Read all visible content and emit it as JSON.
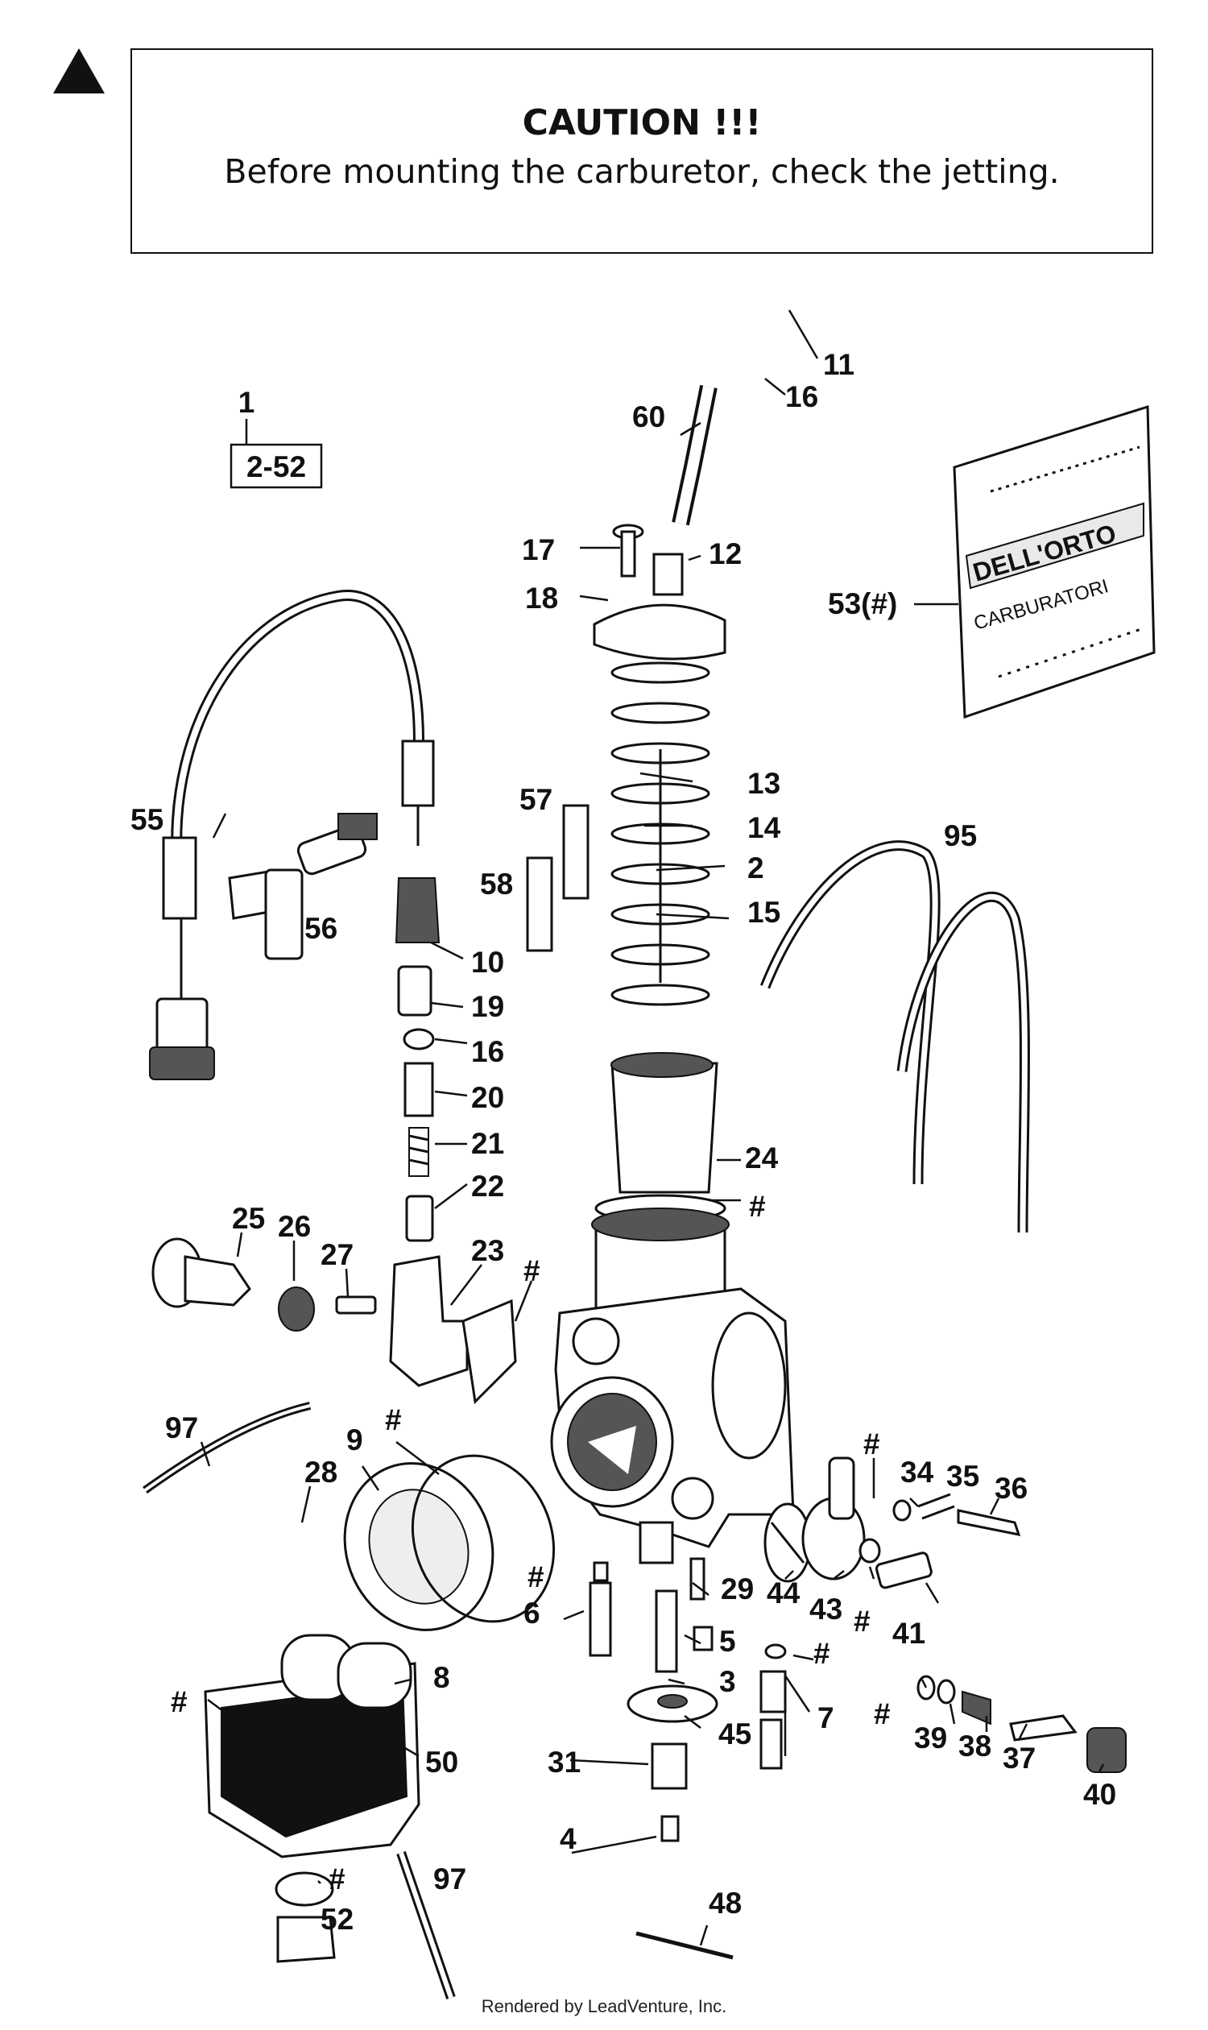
{
  "caution": {
    "title": "CAUTION !!!",
    "text": "Before mounting the carburetor, check the jetting."
  },
  "assembly_ref": {
    "number": "1",
    "range": "2-52"
  },
  "bag_label": {
    "line1": "DELL'ORTO",
    "line2": "CARBURATORI"
  },
  "callouts": [
    {
      "id": "11",
      "label": "11"
    },
    {
      "id": "16a",
      "label": "16"
    },
    {
      "id": "60",
      "label": "60"
    },
    {
      "id": "17",
      "label": "17"
    },
    {
      "id": "12",
      "label": "12"
    },
    {
      "id": "18",
      "label": "18"
    },
    {
      "id": "53",
      "label": "53(#)"
    },
    {
      "id": "55",
      "label": "55"
    },
    {
      "id": "57",
      "label": "57"
    },
    {
      "id": "13",
      "label": "13"
    },
    {
      "id": "14",
      "label": "14"
    },
    {
      "id": "2",
      "label": "2"
    },
    {
      "id": "95",
      "label": "95"
    },
    {
      "id": "58",
      "label": "58"
    },
    {
      "id": "56",
      "label": "56"
    },
    {
      "id": "15",
      "label": "15"
    },
    {
      "id": "10",
      "label": "10"
    },
    {
      "id": "19",
      "label": "19"
    },
    {
      "id": "16b",
      "label": "16"
    },
    {
      "id": "20",
      "label": "20"
    },
    {
      "id": "21",
      "label": "21"
    },
    {
      "id": "24",
      "label": "24"
    },
    {
      "id": "22",
      "label": "22"
    },
    {
      "id": "hash1",
      "label": "#"
    },
    {
      "id": "25",
      "label": "25"
    },
    {
      "id": "26",
      "label": "26"
    },
    {
      "id": "27",
      "label": "27"
    },
    {
      "id": "23",
      "label": "23"
    },
    {
      "id": "hash2",
      "label": "#"
    },
    {
      "id": "97a",
      "label": "97"
    },
    {
      "id": "9",
      "label": "9"
    },
    {
      "id": "hash3",
      "label": "#"
    },
    {
      "id": "28",
      "label": "28"
    },
    {
      "id": "hash4",
      "label": "#"
    },
    {
      "id": "34",
      "label": "34"
    },
    {
      "id": "35",
      "label": "35"
    },
    {
      "id": "36",
      "label": "36"
    },
    {
      "id": "hash5",
      "label": "#"
    },
    {
      "id": "29",
      "label": "29"
    },
    {
      "id": "44",
      "label": "44"
    },
    {
      "id": "6",
      "label": "6"
    },
    {
      "id": "43",
      "label": "43"
    },
    {
      "id": "hash6",
      "label": "#"
    },
    {
      "id": "41",
      "label": "41"
    },
    {
      "id": "5",
      "label": "5"
    },
    {
      "id": "hash7",
      "label": "#"
    },
    {
      "id": "8",
      "label": "8"
    },
    {
      "id": "hash8",
      "label": "#"
    },
    {
      "id": "3",
      "label": "3"
    },
    {
      "id": "7",
      "label": "7"
    },
    {
      "id": "hash9",
      "label": "#"
    },
    {
      "id": "39",
      "label": "39"
    },
    {
      "id": "38",
      "label": "38"
    },
    {
      "id": "37",
      "label": "37"
    },
    {
      "id": "45",
      "label": "45"
    },
    {
      "id": "50",
      "label": "50"
    },
    {
      "id": "31",
      "label": "31"
    },
    {
      "id": "40",
      "label": "40"
    },
    {
      "id": "4",
      "label": "4"
    },
    {
      "id": "hash10",
      "label": "#"
    },
    {
      "id": "97b",
      "label": "97"
    },
    {
      "id": "52",
      "label": "52"
    },
    {
      "id": "48",
      "label": "48"
    }
  ],
  "footer": "Rendered by LeadVenture, Inc."
}
